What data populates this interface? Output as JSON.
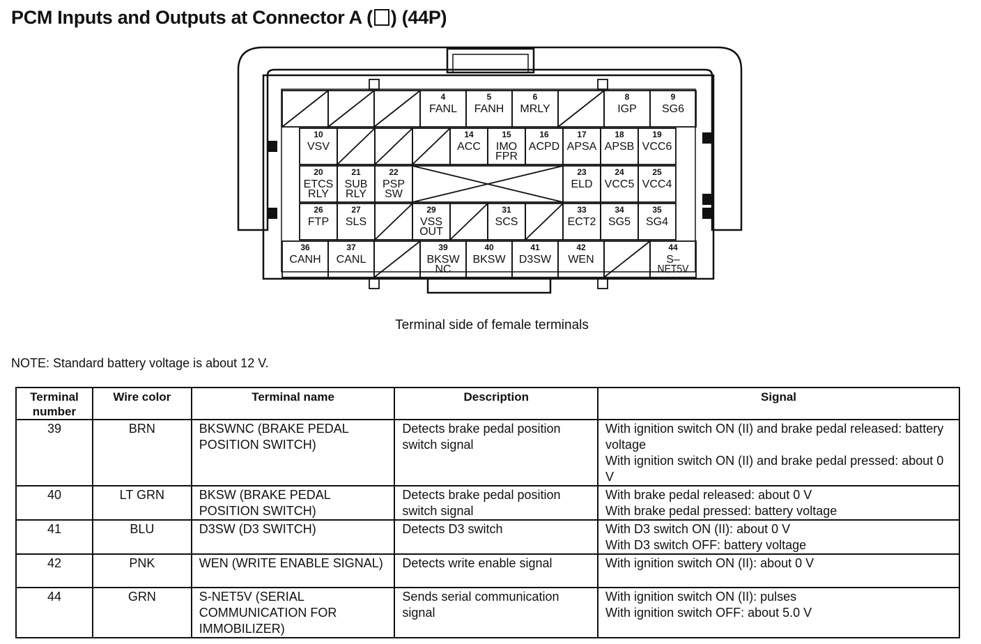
{
  "title": "PCM Inputs and Outputs at Connector A",
  "title_suffix": "(44P)",
  "connector": {
    "caption": "Terminal side of female terminals",
    "terminals": [
      {
        "num": "4",
        "name": "FANL"
      },
      {
        "num": "5",
        "name": "FANH"
      },
      {
        "num": "6",
        "name": "MRLY"
      },
      {
        "num": "8",
        "name": "IGP"
      },
      {
        "num": "9",
        "name": "SG6"
      },
      {
        "num": "10",
        "name": "VSV"
      },
      {
        "num": "14",
        "name": "ACC"
      },
      {
        "num": "15",
        "name": "IMO FPR"
      },
      {
        "num": "16",
        "name": "ACPD"
      },
      {
        "num": "17",
        "name": "APSA"
      },
      {
        "num": "18",
        "name": "APSB"
      },
      {
        "num": "19",
        "name": "VCC6"
      },
      {
        "num": "20",
        "name": "ETCS RLY"
      },
      {
        "num": "21",
        "name": "SUB RLY"
      },
      {
        "num": "22",
        "name": "PSP SW"
      },
      {
        "num": "23",
        "name": "ELD"
      },
      {
        "num": "24",
        "name": "VCC5"
      },
      {
        "num": "25",
        "name": "VCC4"
      },
      {
        "num": "26",
        "name": "FTP"
      },
      {
        "num": "27",
        "name": "SLS"
      },
      {
        "num": "29",
        "name": "VSS OUT"
      },
      {
        "num": "31",
        "name": "SCS"
      },
      {
        "num": "33",
        "name": "ECT2"
      },
      {
        "num": "34",
        "name": "SG5"
      },
      {
        "num": "35",
        "name": "SG4"
      },
      {
        "num": "36",
        "name": "CANH"
      },
      {
        "num": "37",
        "name": "CANL"
      },
      {
        "num": "39",
        "name": "BKSW NC"
      },
      {
        "num": "40",
        "name": "BKSW"
      },
      {
        "num": "41",
        "name": "D3SW"
      },
      {
        "num": "42",
        "name": "WEN"
      },
      {
        "num": "44",
        "name": "S– NET5V"
      }
    ]
  },
  "note": "NOTE: Standard battery voltage is about 12 V.",
  "table": {
    "headers": {
      "terminal_number": "Terminal number",
      "wire_color": "Wire color",
      "terminal_name": "Terminal name",
      "description": "Description",
      "signal": "Signal"
    },
    "rows": [
      {
        "terminal": "39",
        "wire": "BRN",
        "name": "BKSWNC (BRAKE PEDAL POSITION SWITCH)",
        "description": "Detects brake pedal position switch signal",
        "signal": "With ignition switch ON (II) and brake pedal released: battery voltage\nWith ignition switch ON (II) and brake pedal pressed: about 0 V"
      },
      {
        "terminal": "40",
        "wire": "LT GRN",
        "name": "BKSW (BRAKE PEDAL POSITION SWITCH)",
        "description": "Detects brake pedal position switch signal",
        "signal": "With brake pedal released: about 0 V\nWith brake pedal pressed: battery voltage"
      },
      {
        "terminal": "41",
        "wire": "BLU",
        "name": "D3SW (D3 SWITCH)",
        "description": "Detects D3 switch",
        "signal": "With D3 switch ON (II): about 0 V\nWith D3 switch OFF: battery voltage"
      },
      {
        "terminal": "42",
        "wire": "PNK",
        "name": "WEN (WRITE ENABLE SIGNAL)",
        "description": "Detects write enable signal",
        "signal": "With ignition switch ON (II): about 0 V"
      },
      {
        "terminal": "44",
        "wire": "GRN",
        "name": "S-NET5V (SERIAL COMMUNICATION FOR IMMOBILIZER)",
        "description": "Sends serial communication signal",
        "signal": "With ignition switch ON (II): pulses\nWith ignition switch OFF: about 5.0 V"
      }
    ]
  }
}
